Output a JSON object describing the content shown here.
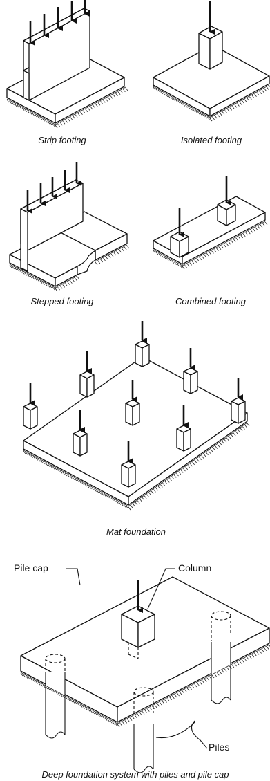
{
  "captions": {
    "strip": "Strip footing",
    "isolated": "Isolated footing",
    "stepped": "Stepped footing",
    "combined": "Combined footing",
    "mat": "Mat foundation",
    "deep": "Deep foundation system with piles and pile cap"
  },
  "labels": {
    "pile_cap": "Pile cap",
    "column": "Column",
    "piles": "Piles"
  }
}
